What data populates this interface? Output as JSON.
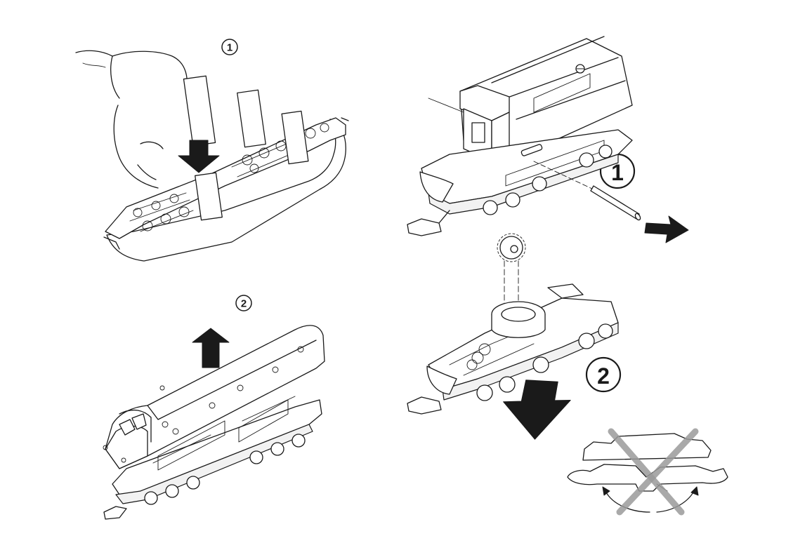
{
  "steps": {
    "a1": "1",
    "a2": "2",
    "b1": "1",
    "b2": "2"
  },
  "colors": {
    "line": "#1a1a1a",
    "background": "#ffffff",
    "cross": "#9a9a9a"
  },
  "icons": [
    "hand-icon",
    "arrow-down-icon",
    "arrow-up-icon",
    "arrow-right-icon",
    "gear-icon",
    "axle-pin-icon",
    "prohibited-cross-icon",
    "rotation-arrows-icon"
  ]
}
